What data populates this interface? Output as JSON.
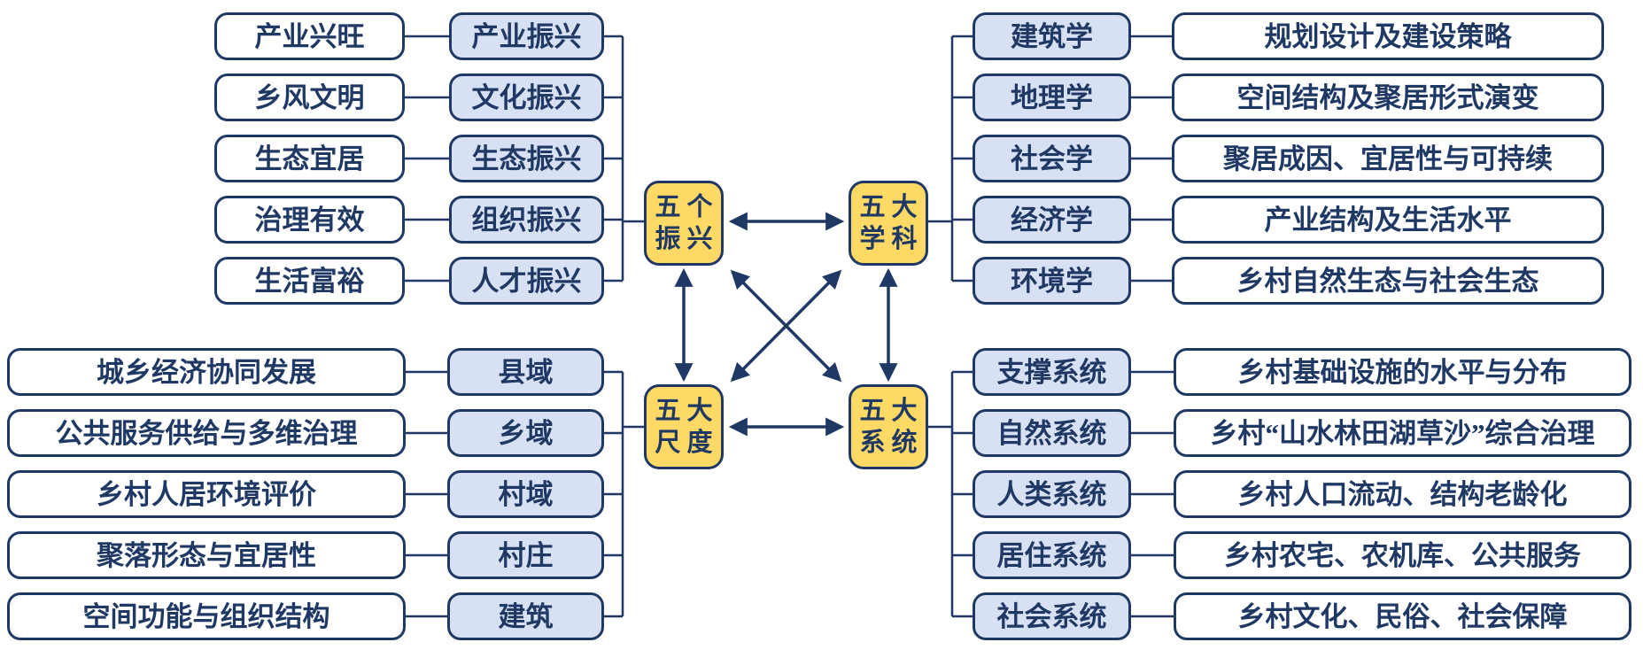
{
  "colors": {
    "navy": "#1F3864",
    "light_blue": "#D8E1F3",
    "yellow": "#FFD966",
    "white": "#FFFFFF"
  },
  "center": {
    "revitalizations": {
      "line1": "五个",
      "line2": "振兴"
    },
    "disciplines": {
      "line1": "五大",
      "line2": "学科"
    },
    "scales": {
      "line1": "五大",
      "line2": "尺度"
    },
    "systems": {
      "line1": "五大",
      "line2": "系统"
    }
  },
  "top_left": {
    "rows": [
      {
        "label": "产业兴旺",
        "tag": "产业振兴"
      },
      {
        "label": "乡风文明",
        "tag": "文化振兴"
      },
      {
        "label": "生态宜居",
        "tag": "生态振兴"
      },
      {
        "label": "治理有效",
        "tag": "组织振兴"
      },
      {
        "label": "生活富裕",
        "tag": "人才振兴"
      }
    ]
  },
  "top_right": {
    "rows": [
      {
        "tag": "建筑学",
        "desc": "规划设计及建设策略"
      },
      {
        "tag": "地理学",
        "desc": "空间结构及聚居形式演变"
      },
      {
        "tag": "社会学",
        "desc": "聚居成因、宜居性与可持续"
      },
      {
        "tag": "经济学",
        "desc": "产业结构及生活水平"
      },
      {
        "tag": "环境学",
        "desc": "乡村自然生态与社会生态"
      }
    ]
  },
  "bottom_left": {
    "rows": [
      {
        "label": "城乡经济协同发展",
        "tag": "县域"
      },
      {
        "label": "公共服务供给与多维治理",
        "tag": "乡域"
      },
      {
        "label": "乡村人居环境评价",
        "tag": "村域"
      },
      {
        "label": "聚落形态与宜居性",
        "tag": "村庄"
      },
      {
        "label": "空间功能与组织结构",
        "tag": "建筑"
      }
    ]
  },
  "bottom_right": {
    "rows": [
      {
        "tag": "支撑系统",
        "desc": "乡村基础设施的水平与分布"
      },
      {
        "tag": "自然系统",
        "desc": "乡村“山水林田湖草沙”综合治理"
      },
      {
        "tag": "人类系统",
        "desc": "乡村人口流动、结构老龄化"
      },
      {
        "tag": "居住系统",
        "desc": "乡村农宅、农机库、公共服务"
      },
      {
        "tag": "社会系统",
        "desc": "乡村文化、民俗、社会保障"
      }
    ]
  }
}
